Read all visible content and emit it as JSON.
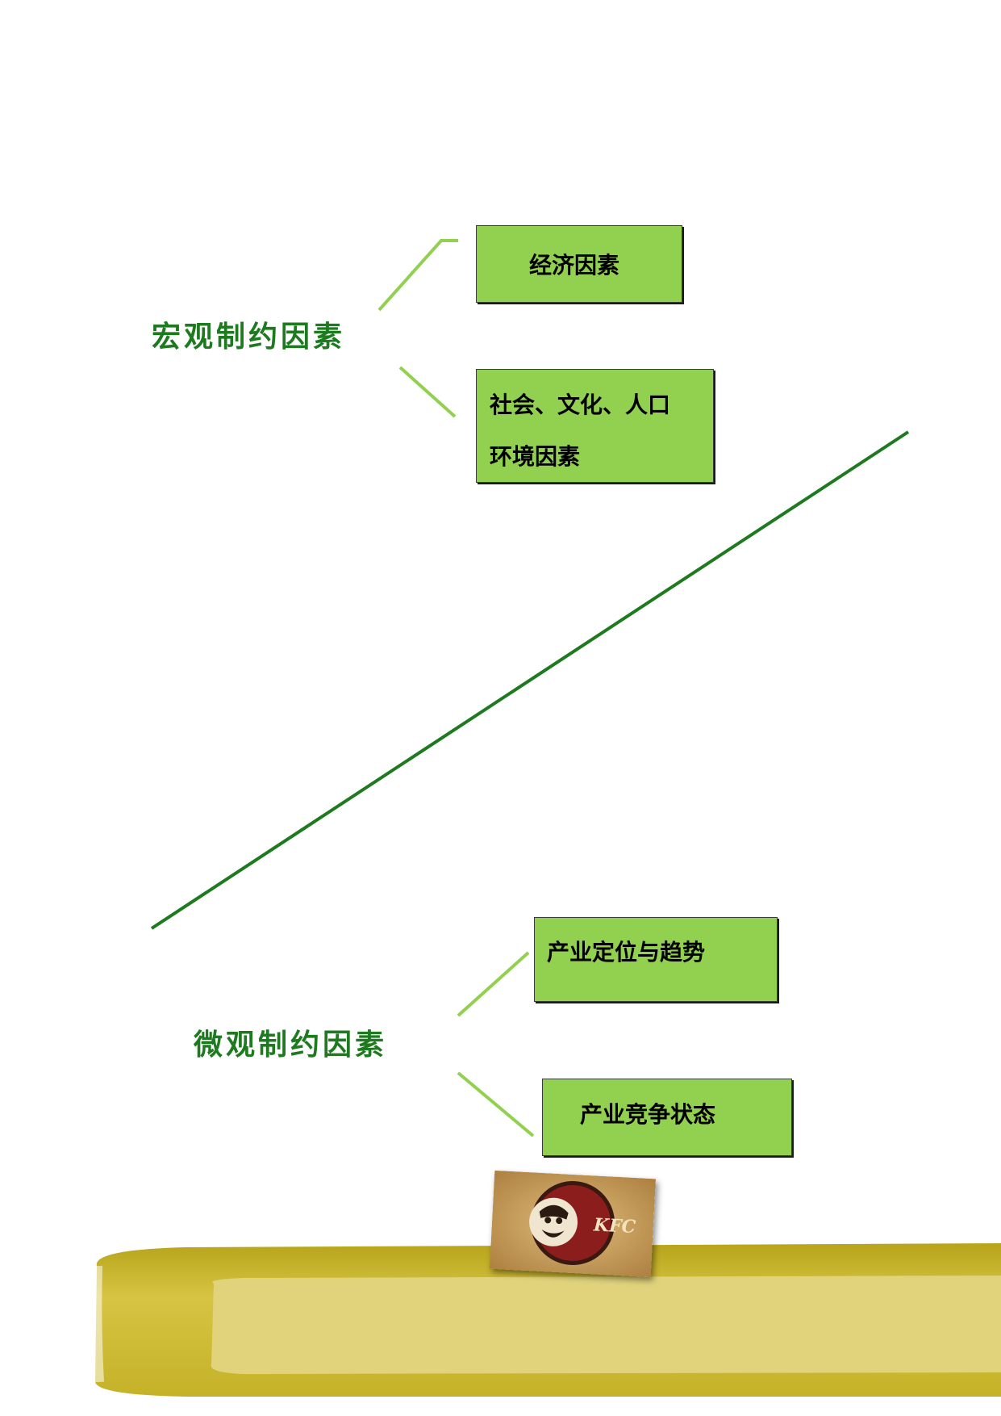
{
  "macro": {
    "heading": "宏观制约因素",
    "items": [
      {
        "label": "经济因素"
      },
      {
        "label_lines": [
          "社会、文化、人口",
          "环境因素"
        ]
      }
    ]
  },
  "micro": {
    "heading": "微观制约因素",
    "items": [
      {
        "label": "产业定位与趋势"
      },
      {
        "label": "产业竞争状态"
      }
    ]
  },
  "logo": {
    "name": "kfc-logo-icon",
    "text": "KFC"
  },
  "colors": {
    "box_fill": "#92d050",
    "heading_text": "#1e7a1e",
    "connector_light": "#92d050",
    "divider": "#1e7a1e",
    "band": "#c9b722",
    "band_inner": "#e4d98a"
  }
}
